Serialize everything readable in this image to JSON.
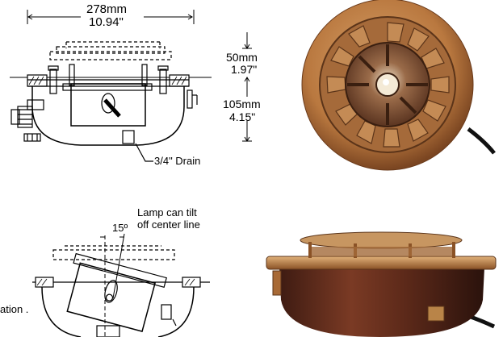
{
  "dimensions": {
    "width_mm": "278mm",
    "width_in": "10.94\"",
    "height_upper_mm": "50mm",
    "height_upper_in": "1.97\"",
    "height_lower_mm": "105mm",
    "height_lower_in": "4.15\""
  },
  "labels": {
    "drain": "3/4\" Drain",
    "tilt_line1": "Lamp can tilt",
    "tilt_line2": "off center line",
    "tilt_angle": "15º",
    "cut_text": "ation ."
  },
  "colors": {
    "bronze_light": "#c98f55",
    "bronze_mid": "#a8683a",
    "bronze_dark": "#6e3f1e",
    "body_dark": "#5a2a1c",
    "line": "#000000"
  }
}
